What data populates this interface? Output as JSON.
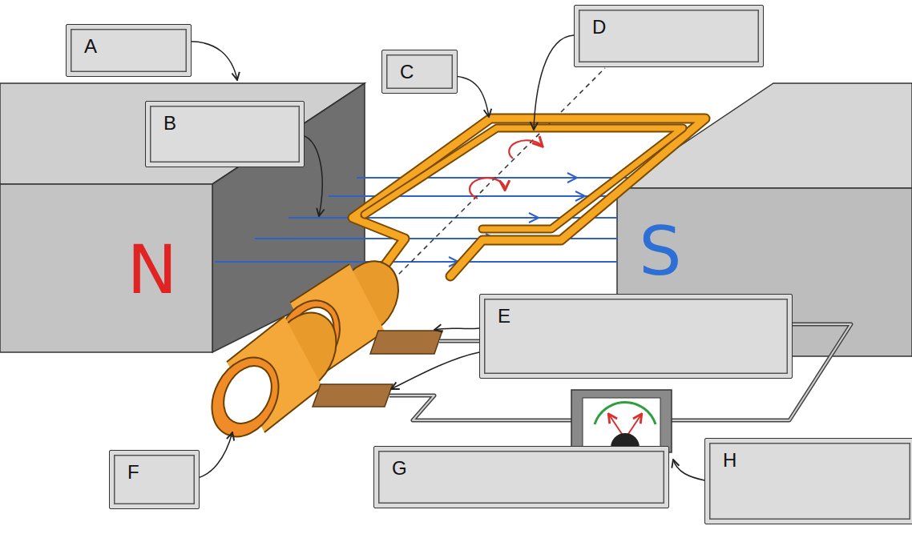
{
  "diagram": {
    "nodes": [
      {
        "text": [
          "D"
        ]
      },
      {
        "text": [
          "A"
        ]
      },
      {
        "text": [
          "C"
        ]
      },
      {
        "text": [
          "B"
        ]
      },
      {
        "text": [
          "N"
        ]
      },
      {
        "text": [
          "S"
        ]
      },
      {
        "text": [
          "E"
        ]
      },
      {
        "text": [
          "H"
        ]
      },
      {
        "text": [
          "G"
        ]
      },
      {
        "text": [
          "F"
        ]
      }
    ]
  }
}
